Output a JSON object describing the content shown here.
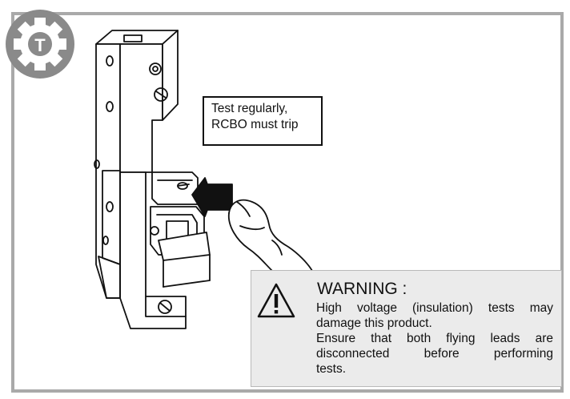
{
  "badge": {
    "letter": "T",
    "colors": {
      "outer": "#8a8a8a",
      "gear": "#ffffff",
      "inner": "#8a8a8a"
    }
  },
  "callout": {
    "lines": [
      "Test regularly,",
      "RCBO must trip"
    ]
  },
  "warning": {
    "title": "WARNING :",
    "lines": [
      "High voltage (insulation) tests may",
      "damage this product.",
      "Ensure that both flying leads are",
      "disconnected before performing",
      "tests."
    ]
  },
  "colors": {
    "frame": "#a9a9a9",
    "warning_bg": "#ebebeb",
    "ink": "#111111"
  }
}
